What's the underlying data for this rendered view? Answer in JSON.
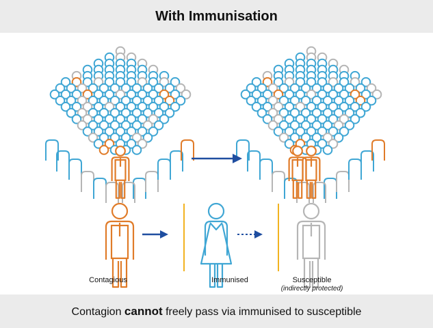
{
  "title": "With Immunisation",
  "footer": {
    "before": "Contagion ",
    "emphasis": "cannot",
    "after": " freely pass via immunised to susceptible"
  },
  "legend": {
    "contagious": "Contagious",
    "immunised": "Immunised",
    "susceptible": "Susceptible",
    "susceptible_note": "(indirectly protected)"
  },
  "colors": {
    "contagious": "#e07b28",
    "immunised": "#3fa6d4",
    "susceptible": "#b5b5b5",
    "arrow": "#1f4ea0",
    "divider": "#f2b21f",
    "banner": "#ebebeb"
  }
}
